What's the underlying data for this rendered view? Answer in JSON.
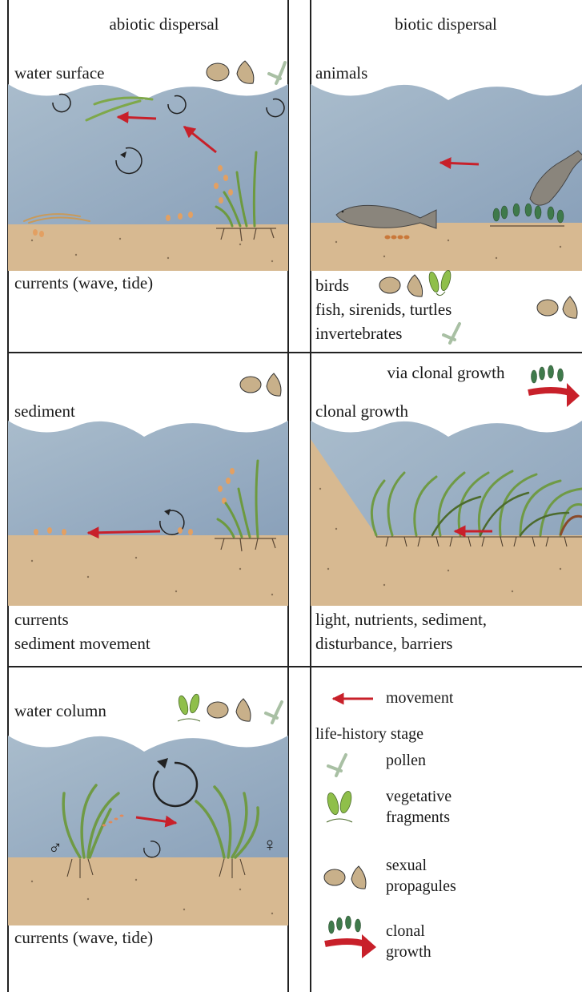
{
  "headers": {
    "abiotic": "abiotic dispersal",
    "biotic": "biotic dispersal"
  },
  "panels": {
    "water_surface": {
      "title": "water surface",
      "footer": "currents (wave, tide)"
    },
    "animals": {
      "title": "animals",
      "birds": "birds",
      "fish": "fish, sirenids, turtles",
      "invertebrates": "invertebrates"
    },
    "sediment": {
      "title": "sediment",
      "footer_1": "currents",
      "footer_2": "sediment movement"
    },
    "clonal": {
      "header": "via clonal growth",
      "title": "clonal growth",
      "footer_1": "light, nutrients, sediment,",
      "footer_2": "disturbance, barriers"
    },
    "water_column": {
      "title": "water column",
      "footer": "currents (wave, tide)"
    }
  },
  "legend": {
    "movement": "movement",
    "stage_title": "life-history stage",
    "pollen": "pollen",
    "vegetative_1": "vegetative",
    "vegetative_2": "fragments",
    "sexual_1": "sexual",
    "sexual_2": "propagules",
    "clonal_1": "clonal",
    "clonal_2": "growth"
  },
  "colors": {
    "water": "#9fb3c6",
    "water_deep": "#8ea4bb",
    "sand": "#d7b991",
    "arrow": "#c8202a",
    "seed": "#c8b08a",
    "leaf": "#7ea84a",
    "pollen": "#a9c0a4",
    "manatee": "#8a857c"
  }
}
